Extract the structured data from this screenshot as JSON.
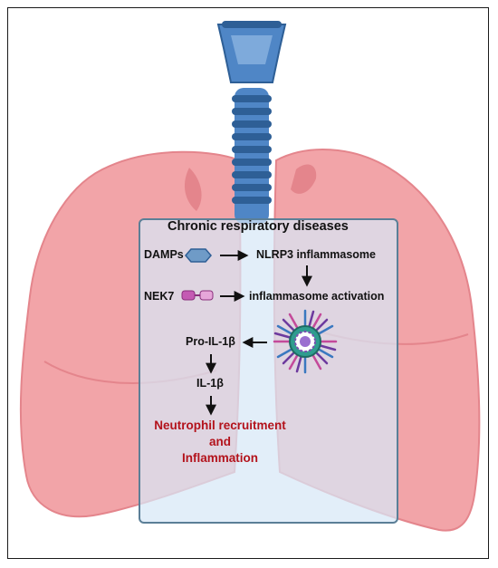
{
  "diagram": {
    "title": "Chronic respiratory diseases",
    "labels": {
      "damps": "DAMPs",
      "nlrp3": "NLRP3 inflammasome",
      "nek7": "NEK7",
      "activation": "inflammasome activation",
      "pro_il1b": "Pro-IL-1β",
      "il1b": "IL-1β",
      "outcome_line1": "Neutrophil recruitment",
      "outcome_line2": "and",
      "outcome_line3": "Inflammation"
    },
    "colors": {
      "lung": "#f2a4a8",
      "lung_dark": "#e4858c",
      "trachea": "#4f86c6",
      "trachea_dark": "#2e5f96",
      "panel": "#d7e8f6",
      "outcome_text": "#b3121b",
      "damps_icon": "#6f9bc7",
      "nek7_icon": "#c45ab3"
    },
    "icons": [
      "trachea-icon",
      "lungs-icon",
      "hexagon-icon",
      "nek7-protein-icon",
      "inflammasome-complex-icon"
    ]
  }
}
